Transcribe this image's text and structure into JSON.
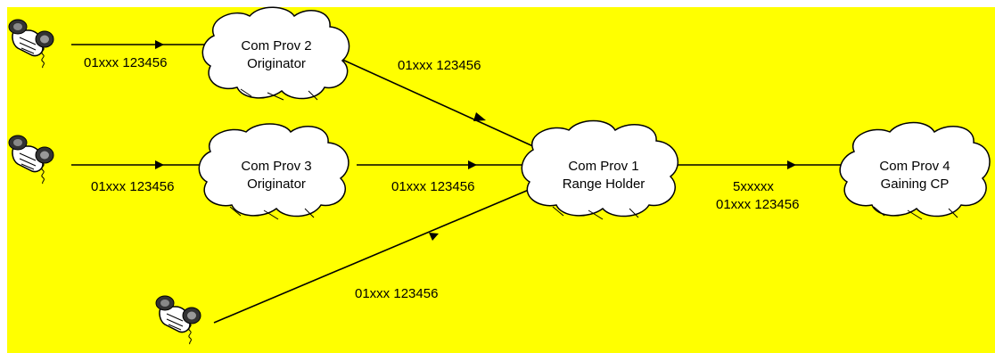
{
  "nodes": {
    "prov2": {
      "line1": "Com Prov 2",
      "line2": "Originator"
    },
    "prov3": {
      "line1": "Com Prov 3",
      "line2": "Originator"
    },
    "prov1": {
      "line1": "Com Prov 1",
      "line2": "Range Holder"
    },
    "prov4": {
      "line1": "Com Prov 4",
      "line2": "Gaining CP"
    }
  },
  "edges": {
    "phone1_to_prov2": "01xxx 123456",
    "prov2_to_prov1": "01xxx 123456",
    "phone2_to_prov3": "01xxx 123456",
    "prov3_to_prov1": "01xxx 123456",
    "phone3_to_prov1": "01xxx 123456",
    "prov1_to_prov4_line1": "5xxxxx",
    "prov1_to_prov4_line2": "01xxx 123456"
  },
  "colors": {
    "background": "#ffff00",
    "cloud": "#ffffff",
    "stroke": "#000000"
  },
  "icons": [
    "telephone-icon",
    "telephone-icon",
    "telephone-icon"
  ]
}
